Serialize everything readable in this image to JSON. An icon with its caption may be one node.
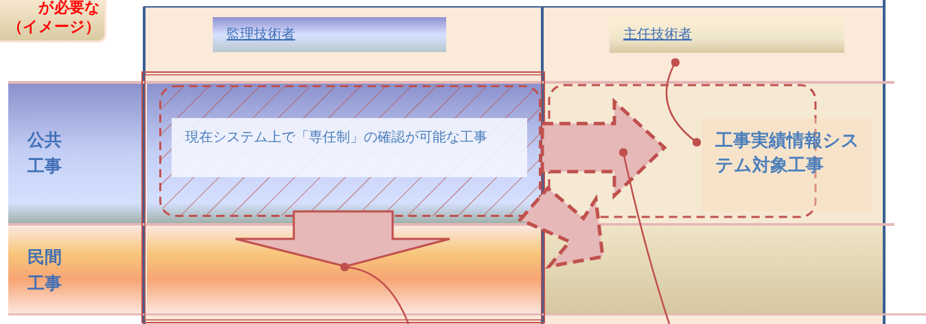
{
  "diagram": {
    "nodes": [
      {
        "text": [
          "が必要な（イメージ）"
        ]
      },
      {
        "text": [
          "監理技術者"
        ]
      },
      {
        "text": [
          "主任技術者"
        ]
      },
      {
        "text": [
          "公共工事"
        ]
      },
      {
        "text": [
          "民間工事"
        ]
      },
      {
        "text": [
          "現在システム上で「専任制」の確認が可能な工事"
        ]
      },
      {
        "text": [
          "工事実績情報システム対象工事"
        ]
      },
      {
        "text": [],
        "shape": "arrow"
      },
      {
        "text": [],
        "shape": "arrow"
      },
      {
        "text": [],
        "shape": "arrow"
      }
    ],
    "edges": [
      {
        "from": 5,
        "to": null,
        "arrow": "to",
        "style": "thick"
      },
      {
        "from": 5,
        "to": 6,
        "arrow": "to",
        "style": "dashed"
      },
      {
        "from": 5,
        "to": null,
        "arrow": "to",
        "style": "dashed"
      },
      {
        "from": 2,
        "to": 6,
        "arrow": "other"
      },
      {
        "from": null,
        "to": 7,
        "arrow": "other"
      },
      {
        "from": null,
        "to": 8,
        "arrow": "other"
      }
    ]
  }
}
